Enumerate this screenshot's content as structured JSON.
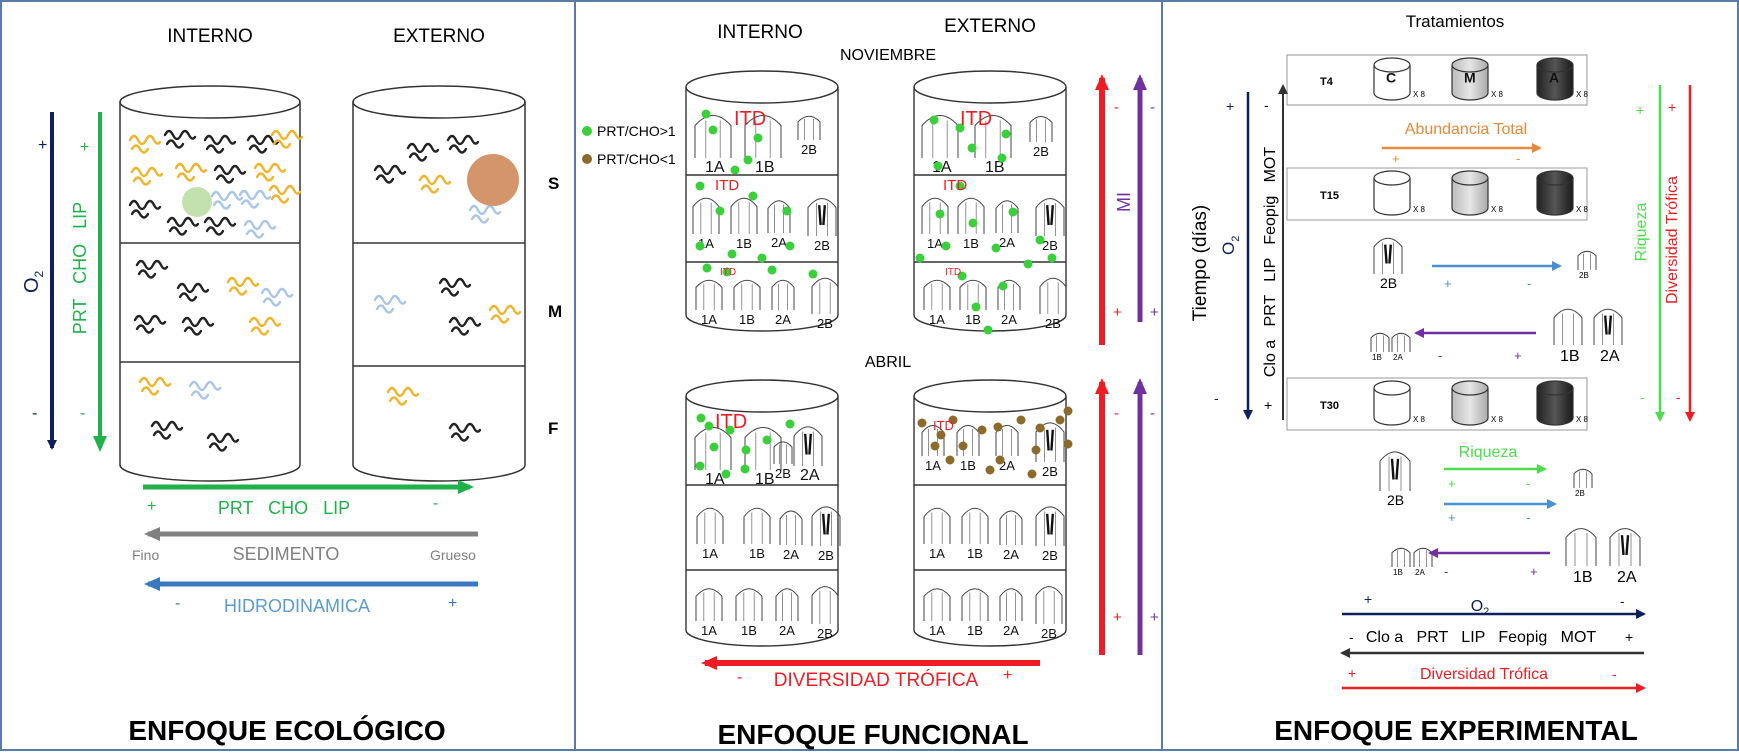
{
  "panels": {
    "ecological": {
      "title": "ENFOQUE ECOLÓGICO",
      "col_interno": "INTERNO",
      "col_externo": "EXTERNO",
      "layers": [
        "S",
        "M",
        "F"
      ],
      "o2_label": "O",
      "o2_sub": "2",
      "plus": "+",
      "minus": "-",
      "prt_cho_lip_vertical": "PRT   CHO   LIP",
      "prt_cho_lip_horizontal": "PRT   CHO   LIP",
      "sediment": "SEDIMENTO",
      "sediment_fine": "Fino",
      "sediment_coarse": "Grueso",
      "hydro": "HIDRODINAMICA"
    },
    "functional": {
      "title": "ENFOQUE FUNCIONAL",
      "col_interno": "INTERNO",
      "col_externo": "EXTERNO",
      "month_1": "NOVIEMBRE",
      "month_2": "ABRIL",
      "legend_high": "PRT/CHO>1",
      "legend_low": "PRT/CHO<1",
      "itd": "ITD",
      "mi": "MI",
      "trophic_diversity": "DIVERSIDAD TRÓFICA",
      "plus": "+",
      "minus": "-",
      "groups": [
        "1A",
        "1B",
        "2A",
        "2B"
      ]
    },
    "experimental": {
      "title": "ENFOQUE EXPERIMENTAL",
      "treatments": "Tratamientos",
      "t4": "T4",
      "t15": "T15",
      "t30": "T30",
      "c": "C",
      "m": "M",
      "a": "A",
      "x8": "X 8",
      "abundance": "Abundancia Total",
      "richness": "Riqueza",
      "trophic_diversity": "Diversidad Trófica",
      "time_axis": "Tiempo (días)",
      "o2_label": "O",
      "o2_sub": "2",
      "gradient": "Clo a   PRT   LIP   Feopig   MOT",
      "bottom_gradient": "Clo a   PRT   LIP   Feopig   MOT",
      "plus": "+",
      "minus": "-",
      "g1b": "1B",
      "g2a": "2A",
      "g2b": "2B"
    }
  },
  "colors": {
    "navy": "#0d1f5c",
    "green": "#1fb24a",
    "gray": "#808080",
    "blue": "#3a78c0",
    "red": "#ee1c25",
    "purple": "#7030a0",
    "orange": "#e8893a",
    "gold": "#f0b429",
    "lightgreen": "#4ddc4d",
    "brown": "#8b6a2b",
    "border": "#5a7ba8"
  }
}
